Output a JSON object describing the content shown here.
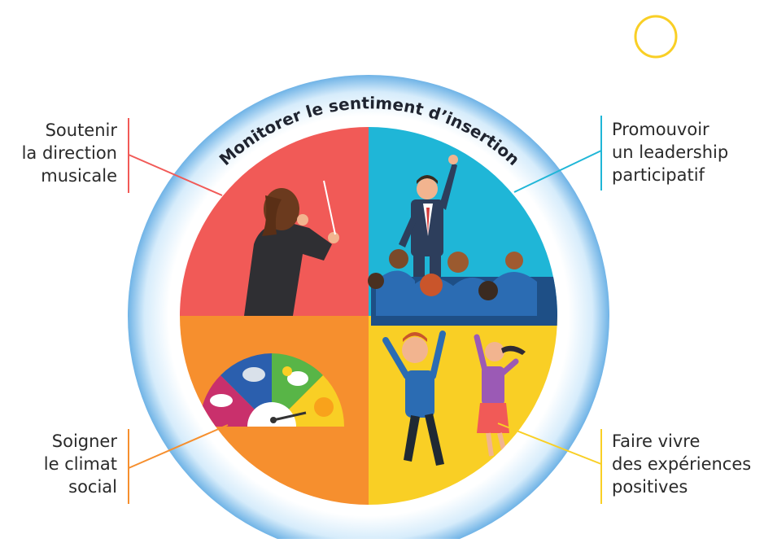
{
  "title_arc": "Monitorer le sentiment d’insertion",
  "labels": {
    "top_left": [
      "Soutenir",
      "la direction",
      "musicale"
    ],
    "top_right": [
      "Promouvoir",
      "un leadership",
      "participatif"
    ],
    "bottom_left": [
      "Soigner",
      "le climat",
      "social"
    ],
    "bottom_right": [
      "Faire vivre",
      "des expériences",
      "positives"
    ]
  },
  "colors": {
    "top_left": "#f15a57",
    "top_right": "#1fb6d7",
    "bottom_left": "#f68f2e",
    "bottom_right": "#f9cf25",
    "ring": "#8ec3ec",
    "deco_circle": "#f9cf25"
  }
}
